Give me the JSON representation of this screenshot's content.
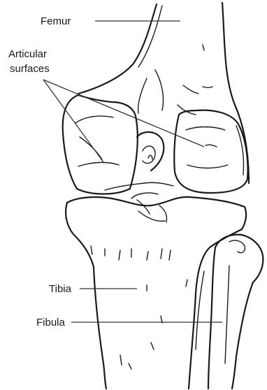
{
  "labels": {
    "femur": "Femur",
    "articular_line1": "Articular",
    "articular_line2": "surfaces",
    "tibia": "Tibia",
    "fibula": "Fibula"
  },
  "colors": {
    "ink": "#1a1a1a",
    "leader": "#333333",
    "background": "#ffffff"
  }
}
